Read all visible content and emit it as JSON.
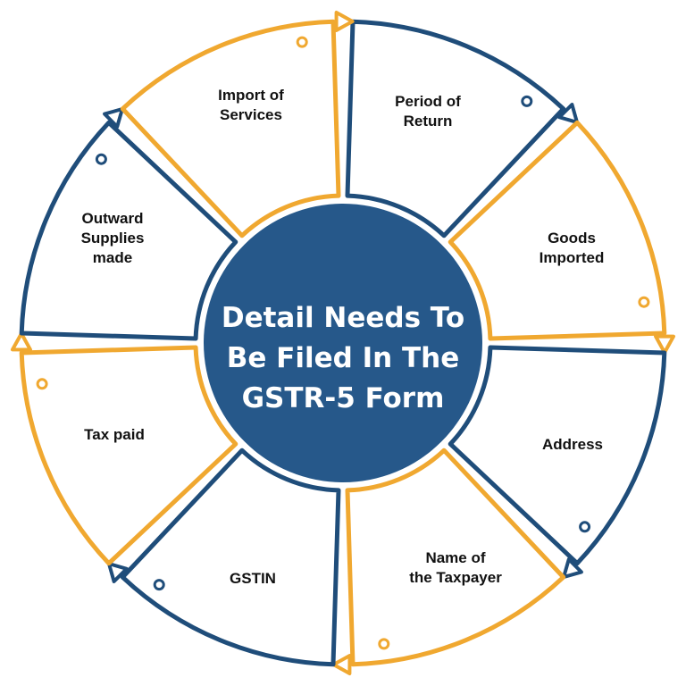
{
  "colors": {
    "blue": "#1f4d7a",
    "orange": "#f0a830",
    "center": "#26588a",
    "white": "#ffffff",
    "text": "#111111"
  },
  "center": {
    "line1": "Detail Needs To",
    "line2": "Be Filed In The",
    "line3": "GSTR-5 Form"
  },
  "segments": [
    {
      "id": "period",
      "lines": [
        "Period of",
        "Return"
      ],
      "color": "blue"
    },
    {
      "id": "goods",
      "lines": [
        "Goods",
        "Imported"
      ],
      "color": "orange"
    },
    {
      "id": "address",
      "lines": [
        "Address"
      ],
      "color": "blue"
    },
    {
      "id": "name",
      "lines": [
        "Name of",
        "the Taxpayer"
      ],
      "color": "orange"
    },
    {
      "id": "gstin",
      "lines": [
        "GSTIN"
      ],
      "color": "blue"
    },
    {
      "id": "tax",
      "lines": [
        "Tax paid"
      ],
      "color": "orange"
    },
    {
      "id": "outward",
      "lines": [
        "Outward",
        "Supplies",
        "made"
      ],
      "color": "blue"
    },
    {
      "id": "import",
      "lines": [
        "Import of",
        "Services"
      ],
      "color": "orange"
    }
  ]
}
